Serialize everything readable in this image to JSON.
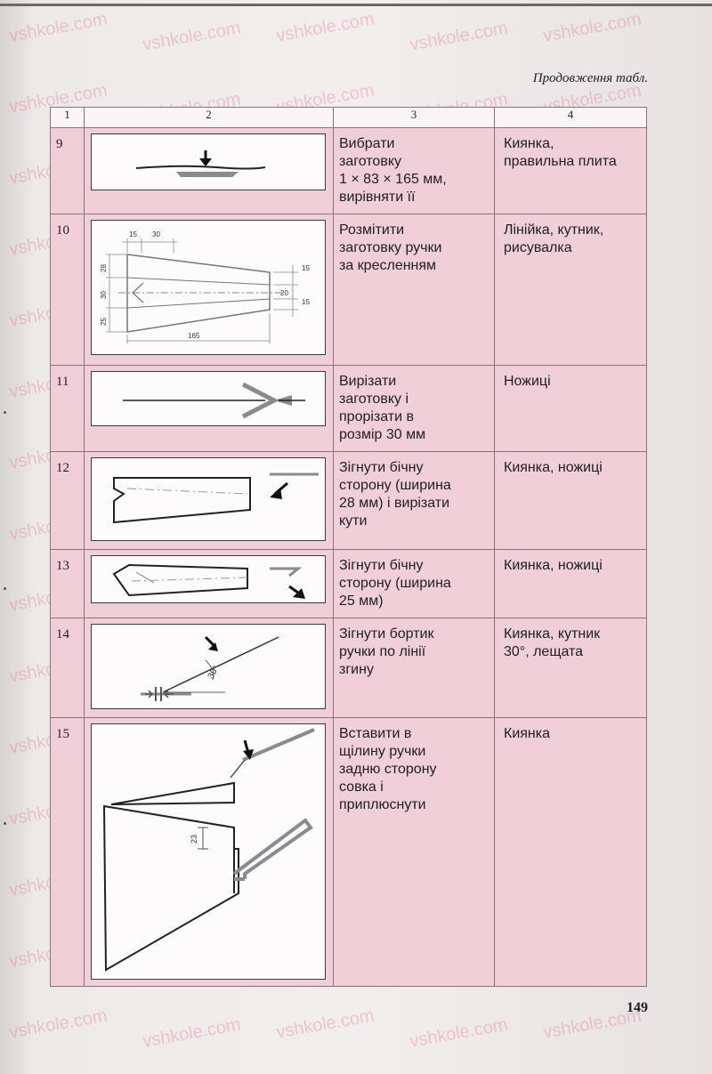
{
  "running_head": "Продовження табл.",
  "watermark_text": "vshkole.com",
  "page_number": "149",
  "table": {
    "headers": [
      "1",
      "2",
      "3",
      "4"
    ],
    "rows": [
      {
        "n": "9",
        "desc": "Вибрати\nзаготовку\n1 × 83 × 165 мм,\nвирівняти її",
        "tools": "Киянка,\nправильна плита"
      },
      {
        "n": "10",
        "desc": "Розмітити\nзаготовку ручки\nза кресленням",
        "tools": "Лінійка, кутник,\nрисувалка"
      },
      {
        "n": "11",
        "desc": "Вирізати\nзаготовку і\nпрорізати в\nрозмір 30 мм",
        "tools": "Ножиці"
      },
      {
        "n": "12",
        "desc": "Зігнути бічну\nсторону (ширина\n28 мм) і вирізати\nкути",
        "tools": "Киянка, ножиці"
      },
      {
        "n": "13",
        "desc": "Зігнути бічну\nсторону (ширина\n25 мм)",
        "tools": "Киянка, ножиці"
      },
      {
        "n": "14",
        "desc": "Зігнути бортик\nручки по лінії\nзгину",
        "tools": "Киянка, кутник\n30°, лещата"
      },
      {
        "n": "15",
        "desc": "Вставити в\nщілину ручки\nзадню сторону\nсовка і\nприплюснути",
        "tools": "Киянка"
      }
    ]
  },
  "drawing10_dims": {
    "d15": "15",
    "d30": "30",
    "d28": "28",
    "d30b": "30",
    "d25": "25",
    "d165": "165",
    "r15": "15",
    "r20": "20",
    "r15b": "15"
  },
  "drawing14_angle": "30°",
  "drawing15_dim": "23"
}
